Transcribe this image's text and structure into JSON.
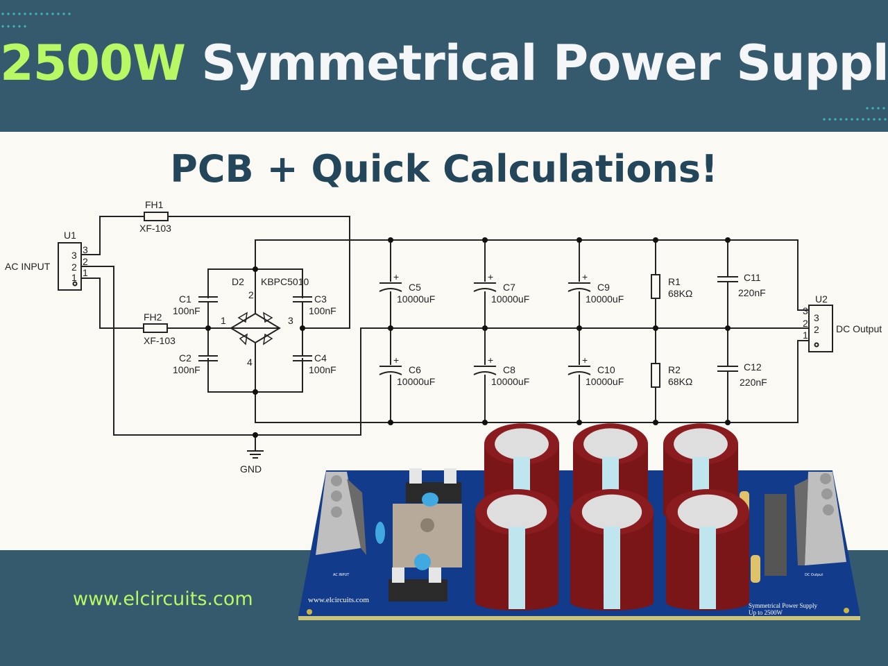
{
  "header": {
    "title_accent": "2500W",
    "title_rest": "Symmetrical Power Supply",
    "accent_color": "#b8f865",
    "bg_color": "#365a6d"
  },
  "subtitle": "PCB + Quick Calculations!",
  "footer": {
    "url": "www.elcircuits.com"
  },
  "schematic": {
    "u1": {
      "ref": "U1",
      "label": "AC INPUT",
      "pins": [
        "3",
        "2",
        "1"
      ]
    },
    "fh1": {
      "ref": "FH1",
      "value": "XF-103"
    },
    "fh2": {
      "ref": "FH2",
      "value": "XF-103"
    },
    "d2": {
      "ref": "D2",
      "value": "KBPC5010",
      "pins": [
        "1",
        "2",
        "3",
        "4"
      ]
    },
    "c1": {
      "ref": "C1",
      "value": "100nF"
    },
    "c2": {
      "ref": "C2",
      "value": "100nF"
    },
    "c3": {
      "ref": "C3",
      "value": "100nF"
    },
    "c4": {
      "ref": "C4",
      "value": "100nF"
    },
    "c5": {
      "ref": "C5",
      "value": "10000uF"
    },
    "c6": {
      "ref": "C6",
      "value": "10000uF"
    },
    "c7": {
      "ref": "C7",
      "value": "10000uF"
    },
    "c8": {
      "ref": "C8",
      "value": "10000uF"
    },
    "c9": {
      "ref": "C9",
      "value": "10000uF"
    },
    "c10": {
      "ref": "C10",
      "value": "10000uF"
    },
    "r1": {
      "ref": "R1",
      "value": "68KΩ"
    },
    "r2": {
      "ref": "R2",
      "value": "68KΩ"
    },
    "c11": {
      "ref": "C11",
      "value": "220nF"
    },
    "c12": {
      "ref": "C12",
      "value": "220nF"
    },
    "u2": {
      "ref": "U2",
      "label": "DC Output",
      "pins": [
        "3",
        "2",
        "1"
      ]
    },
    "gnd": "GND",
    "plus": "+"
  },
  "pcb": {
    "url": "www.elcircuits.com",
    "caption_line1": "Symmetrical Power Supply",
    "caption_line2": "Up to 2500W",
    "ac_label": "AC INPUT",
    "dc_label": "DC Output",
    "board_color": "#123b8c",
    "cap_color": "#7a1518"
  }
}
